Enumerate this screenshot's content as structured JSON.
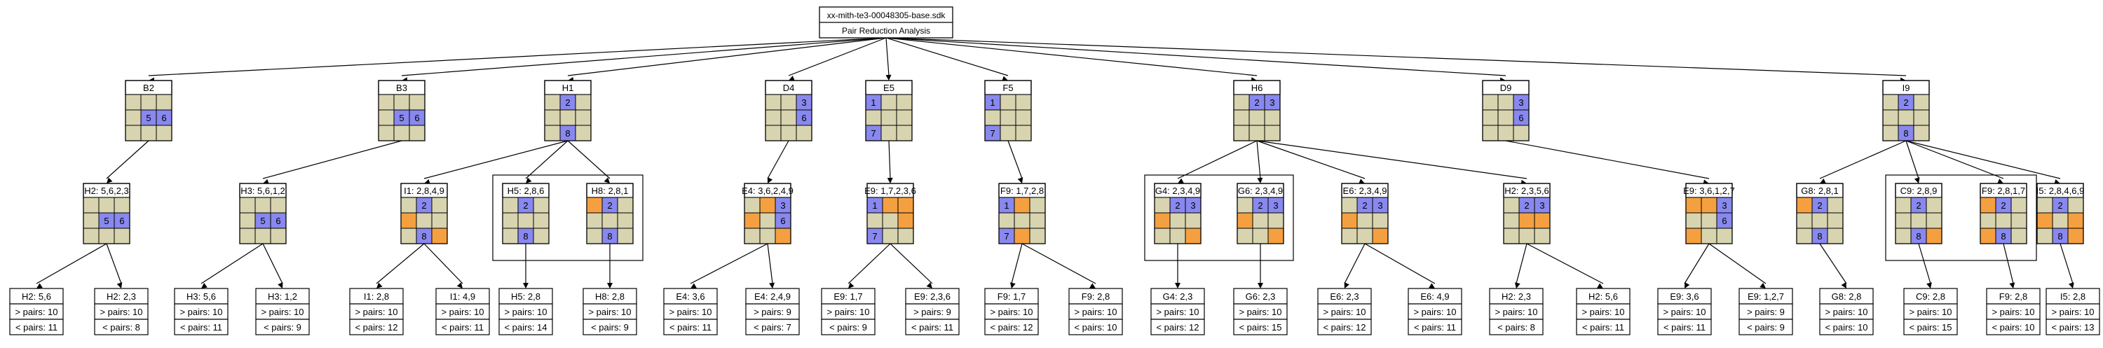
{
  "root": {
    "title": "xx-mith-te3-00048305-base.sdk",
    "subtitle": "Pair Reduction Analysis"
  },
  "colors": {
    "empty": "#d8d4b0",
    "blue": "#8888ee",
    "orange": "#f5a040",
    "edge": "#000000",
    "border": "#000000"
  },
  "level1": [
    {
      "label": "B2",
      "cells": [
        "E",
        "E",
        "E",
        "E",
        "B",
        "B",
        "E",
        "E",
        "E"
      ],
      "digits": [
        "",
        "",
        "",
        "",
        "5",
        "6",
        "",
        "",
        ""
      ]
    },
    {
      "label": "B3",
      "cells": [
        "E",
        "E",
        "E",
        "E",
        "B",
        "B",
        "E",
        "E",
        "E"
      ],
      "digits": [
        "",
        "",
        "",
        "",
        "5",
        "6",
        "",
        "",
        ""
      ]
    },
    {
      "label": "H1",
      "cells": [
        "E",
        "B",
        "E",
        "E",
        "E",
        "E",
        "E",
        "B",
        "E"
      ],
      "digits": [
        "",
        "2",
        "",
        "",
        "",
        "",
        "",
        "8",
        ""
      ]
    },
    {
      "label": "D4",
      "cells": [
        "E",
        "E",
        "B",
        "E",
        "E",
        "B",
        "E",
        "E",
        "E"
      ],
      "digits": [
        "",
        "",
        "3",
        "",
        "",
        "6",
        "",
        "",
        ""
      ]
    },
    {
      "label": "E5",
      "cells": [
        "B",
        "E",
        "E",
        "E",
        "E",
        "E",
        "B",
        "E",
        "E"
      ],
      "digits": [
        "1",
        "",
        "",
        "",
        "",
        "",
        "7",
        "",
        ""
      ]
    },
    {
      "label": "F5",
      "cells": [
        "B",
        "E",
        "E",
        "E",
        "E",
        "E",
        "B",
        "E",
        "E"
      ],
      "digits": [
        "1",
        "",
        "",
        "",
        "",
        "",
        "7",
        "",
        ""
      ]
    },
    {
      "label": "H6",
      "cells": [
        "E",
        "B",
        "B",
        "E",
        "E",
        "E",
        "E",
        "E",
        "E"
      ],
      "digits": [
        "",
        "2",
        "3",
        "",
        "",
        "",
        "",
        "",
        ""
      ]
    },
    {
      "label": "D9",
      "cells": [
        "E",
        "E",
        "B",
        "E",
        "E",
        "B",
        "E",
        "E",
        "E"
      ],
      "digits": [
        "",
        "",
        "3",
        "",
        "",
        "6",
        "",
        "",
        ""
      ]
    },
    {
      "label": "I9",
      "cells": [
        "E",
        "B",
        "E",
        "E",
        "E",
        "E",
        "E",
        "B",
        "E"
      ],
      "digits": [
        "",
        "2",
        "",
        "",
        "",
        "",
        "",
        "8",
        ""
      ]
    }
  ],
  "level2": [
    {
      "label": "H2: 5,6,2,3",
      "cells": [
        "E",
        "E",
        "E",
        "E",
        "B",
        "B",
        "E",
        "E",
        "E"
      ],
      "digits": [
        "",
        "",
        "",
        "",
        "5",
        "6",
        "",
        "",
        ""
      ]
    },
    {
      "label": "H3: 5,6,1,2",
      "cells": [
        "E",
        "E",
        "E",
        "E",
        "B",
        "B",
        "E",
        "E",
        "E"
      ],
      "digits": [
        "",
        "",
        "",
        "",
        "5",
        "6",
        "",
        "",
        ""
      ]
    },
    {
      "label": "I1: 2,8,4,9",
      "cells": [
        "E",
        "B",
        "E",
        "O",
        "E",
        "E",
        "E",
        "B",
        "O"
      ],
      "digits": [
        "",
        "2",
        "",
        "",
        "",
        "",
        "",
        "8",
        ""
      ]
    },
    {
      "label": "H5: 2,8,6",
      "cells": [
        "E",
        "B",
        "E",
        "E",
        "E",
        "E",
        "E",
        "B",
        "E"
      ],
      "digits": [
        "",
        "2",
        "",
        "",
        "",
        "",
        "",
        "8",
        ""
      ]
    },
    {
      "label": "H8: 2,8,1",
      "cells": [
        "O",
        "B",
        "E",
        "E",
        "E",
        "E",
        "E",
        "B",
        "E"
      ],
      "digits": [
        "",
        "2",
        "",
        "",
        "",
        "",
        "",
        "8",
        ""
      ]
    },
    {
      "label": "E4: 3,6,2,4,9",
      "cells": [
        "E",
        "O",
        "B",
        "O",
        "E",
        "B",
        "E",
        "E",
        "O"
      ],
      "digits": [
        "",
        "",
        "3",
        "",
        "",
        "6",
        "",
        "",
        ""
      ]
    },
    {
      "label": "E9: 1,7,2,3,6",
      "cells": [
        "B",
        "O",
        "O",
        "E",
        "E",
        "O",
        "B",
        "E",
        "E"
      ],
      "digits": [
        "1",
        "",
        "",
        "",
        "",
        "",
        "7",
        "",
        ""
      ]
    },
    {
      "label": "F9: 1,7,2,8",
      "cells": [
        "B",
        "O",
        "E",
        "E",
        "E",
        "E",
        "B",
        "O",
        "E"
      ],
      "digits": [
        "1",
        "",
        "",
        "",
        "",
        "",
        "7",
        "",
        ""
      ]
    },
    {
      "label": "G4: 2,3,4,9",
      "cells": [
        "E",
        "B",
        "B",
        "O",
        "E",
        "E",
        "E",
        "E",
        "O"
      ],
      "digits": [
        "",
        "2",
        "3",
        "",
        "",
        "",
        "",
        "",
        ""
      ]
    },
    {
      "label": "G6: 2,3,4,9",
      "cells": [
        "E",
        "B",
        "B",
        "O",
        "E",
        "E",
        "E",
        "E",
        "O"
      ],
      "digits": [
        "",
        "2",
        "3",
        "",
        "",
        "",
        "",
        "",
        ""
      ]
    },
    {
      "label": "E6: 2,3,4,9",
      "cells": [
        "E",
        "B",
        "B",
        "O",
        "E",
        "E",
        "E",
        "E",
        "O"
      ],
      "digits": [
        "",
        "2",
        "3",
        "",
        "",
        "",
        "",
        "",
        ""
      ]
    },
    {
      "label": "H2: 2,3,5,6",
      "cells": [
        "E",
        "B",
        "B",
        "E",
        "O",
        "O",
        "E",
        "E",
        "E"
      ],
      "digits": [
        "",
        "2",
        "3",
        "",
        "",
        "",
        "",
        "",
        ""
      ]
    },
    {
      "label": "E9: 3,6,1,2,7",
      "cells": [
        "O",
        "O",
        "B",
        "E",
        "E",
        "B",
        "O",
        "E",
        "E"
      ],
      "digits": [
        "",
        "",
        "3",
        "",
        "",
        "6",
        "",
        "",
        ""
      ]
    },
    {
      "label": "G8: 2,8,1",
      "cells": [
        "O",
        "B",
        "E",
        "E",
        "E",
        "E",
        "E",
        "B",
        "E"
      ],
      "digits": [
        "",
        "2",
        "",
        "",
        "",
        "",
        "",
        "8",
        ""
      ]
    },
    {
      "label": "C9: 2,8,9",
      "cells": [
        "E",
        "B",
        "E",
        "E",
        "E",
        "E",
        "E",
        "B",
        "O"
      ],
      "digits": [
        "",
        "2",
        "",
        "",
        "",
        "",
        "",
        "8",
        ""
      ]
    },
    {
      "label": "F9: 2,8,1,7",
      "cells": [
        "O",
        "B",
        "E",
        "E",
        "E",
        "E",
        "O",
        "B",
        "E"
      ],
      "digits": [
        "",
        "2",
        "",
        "",
        "",
        "",
        "",
        "8",
        ""
      ]
    },
    {
      "label": "I5: 2,8,4,6,9",
      "cells": [
        "E",
        "B",
        "E",
        "O",
        "E",
        "O",
        "E",
        "B",
        "O"
      ],
      "digits": [
        "",
        "2",
        "",
        "",
        "",
        "",
        "",
        "8",
        ""
      ]
    }
  ],
  "level3": [
    {
      "label": "H2: 5,6",
      "gt": "> pairs: 10",
      "lt": "< pairs: 11"
    },
    {
      "label": "H2: 2,3",
      "gt": "> pairs: 10",
      "lt": "< pairs: 8"
    },
    {
      "label": "H3: 5,6",
      "gt": "> pairs: 10",
      "lt": "< pairs: 11"
    },
    {
      "label": "H3: 1,2",
      "gt": "> pairs: 10",
      "lt": "< pairs: 9"
    },
    {
      "label": "I1: 2,8",
      "gt": "> pairs: 10",
      "lt": "< pairs: 12"
    },
    {
      "label": "I1: 4,9",
      "gt": "> pairs: 10",
      "lt": "< pairs: 11"
    },
    {
      "label": "H5: 2,8",
      "gt": "> pairs: 10",
      "lt": "< pairs: 14"
    },
    {
      "label": "H8: 2,8",
      "gt": "> pairs: 10",
      "lt": "< pairs: 9"
    },
    {
      "label": "E4: 3,6",
      "gt": "> pairs: 10",
      "lt": "< pairs: 11"
    },
    {
      "label": "E4: 2,4,9",
      "gt": "> pairs: 9",
      "lt": "< pairs: 7"
    },
    {
      "label": "E9: 1,7",
      "gt": "> pairs: 10",
      "lt": "< pairs: 9"
    },
    {
      "label": "E9: 2,3,6",
      "gt": "> pairs: 9",
      "lt": "< pairs: 11"
    },
    {
      "label": "F9: 1,7",
      "gt": "> pairs: 10",
      "lt": "< pairs: 12"
    },
    {
      "label": "F9: 2,8",
      "gt": "> pairs: 10",
      "lt": "< pairs: 10"
    },
    {
      "label": "G4: 2,3",
      "gt": "> pairs: 10",
      "lt": "< pairs: 12"
    },
    {
      "label": "G6: 2,3",
      "gt": "> pairs: 10",
      "lt": "< pairs: 15"
    },
    {
      "label": "E6: 2,3",
      "gt": "> pairs: 10",
      "lt": "< pairs: 12"
    },
    {
      "label": "E6: 4,9",
      "gt": "> pairs: 10",
      "lt": "< pairs: 11"
    },
    {
      "label": "H2: 2,3",
      "gt": "> pairs: 10",
      "lt": "< pairs: 8"
    },
    {
      "label": "H2: 5,6",
      "gt": "> pairs: 10",
      "lt": "< pairs: 11"
    },
    {
      "label": "E9: 3,6",
      "gt": "> pairs: 10",
      "lt": "< pairs: 11"
    },
    {
      "label": "E9: 1,2,7",
      "gt": "> pairs: 9",
      "lt": "< pairs: 9"
    },
    {
      "label": "G8: 2,8",
      "gt": "> pairs: 10",
      "lt": "< pairs: 10"
    },
    {
      "label": "C9: 2,8",
      "gt": "> pairs: 10",
      "lt": "< pairs: 15"
    },
    {
      "label": "F9: 2,8",
      "gt": "> pairs: 10",
      "lt": "< pairs: 10"
    },
    {
      "label": "I5: 2,8",
      "gt": "> pairs: 10",
      "lt": "< pairs: 13"
    }
  ]
}
